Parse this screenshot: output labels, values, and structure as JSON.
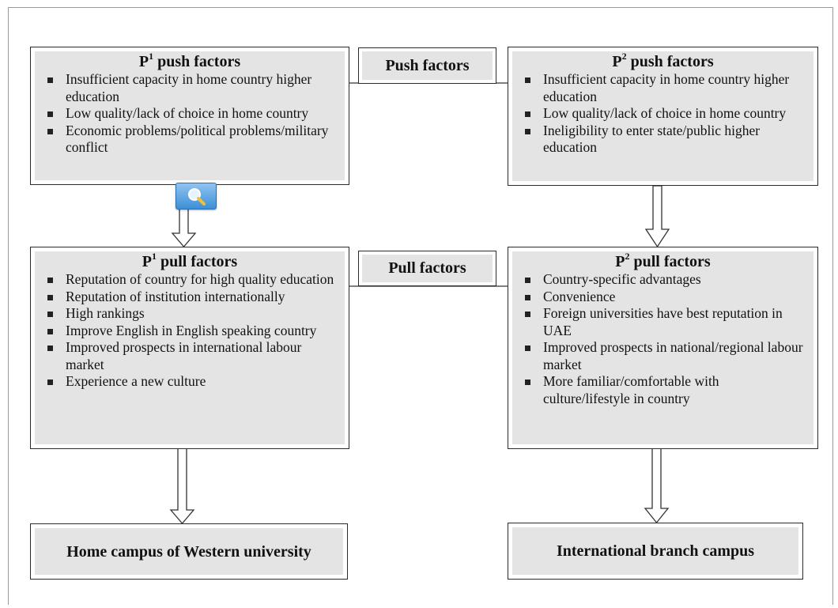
{
  "p1_push": {
    "title": "P",
    "sup": "1",
    "title_rest": " push factors",
    "items": [
      "Insufficient capacity in home country higher education",
      "Low quality/lack of choice in home country",
      "Economic problems/political problems/military conflict"
    ]
  },
  "p2_push": {
    "title": "P",
    "sup": "2",
    "title_rest": " push factors",
    "items": [
      "Insufficient capacity in home country higher education",
      "Low quality/lack of choice in home country",
      "Ineligibility to enter state/public higher education"
    ]
  },
  "p1_pull": {
    "title": "P",
    "sup": "1",
    "title_rest": " pull factors",
    "items": [
      "Reputation of country for high quality education",
      "Reputation of institution internationally",
      "High rankings",
      "Improve English in English speaking country",
      "Improved prospects in international labour market",
      "Experience a new culture"
    ]
  },
  "p2_pull": {
    "title": "P",
    "sup": "2",
    "title_rest": " pull factors",
    "items": [
      "Country-specific advantages",
      "Convenience",
      "Foreign universities have best reputation in UAE",
      "Improved prospects in national/regional labour market",
      "More familiar/comfortable with culture/lifestyle in country"
    ]
  },
  "labels": {
    "push": "Push factors",
    "pull": "Pull factors"
  },
  "destinations": {
    "home": "Home campus of Western university",
    "branch": "International branch campus"
  }
}
